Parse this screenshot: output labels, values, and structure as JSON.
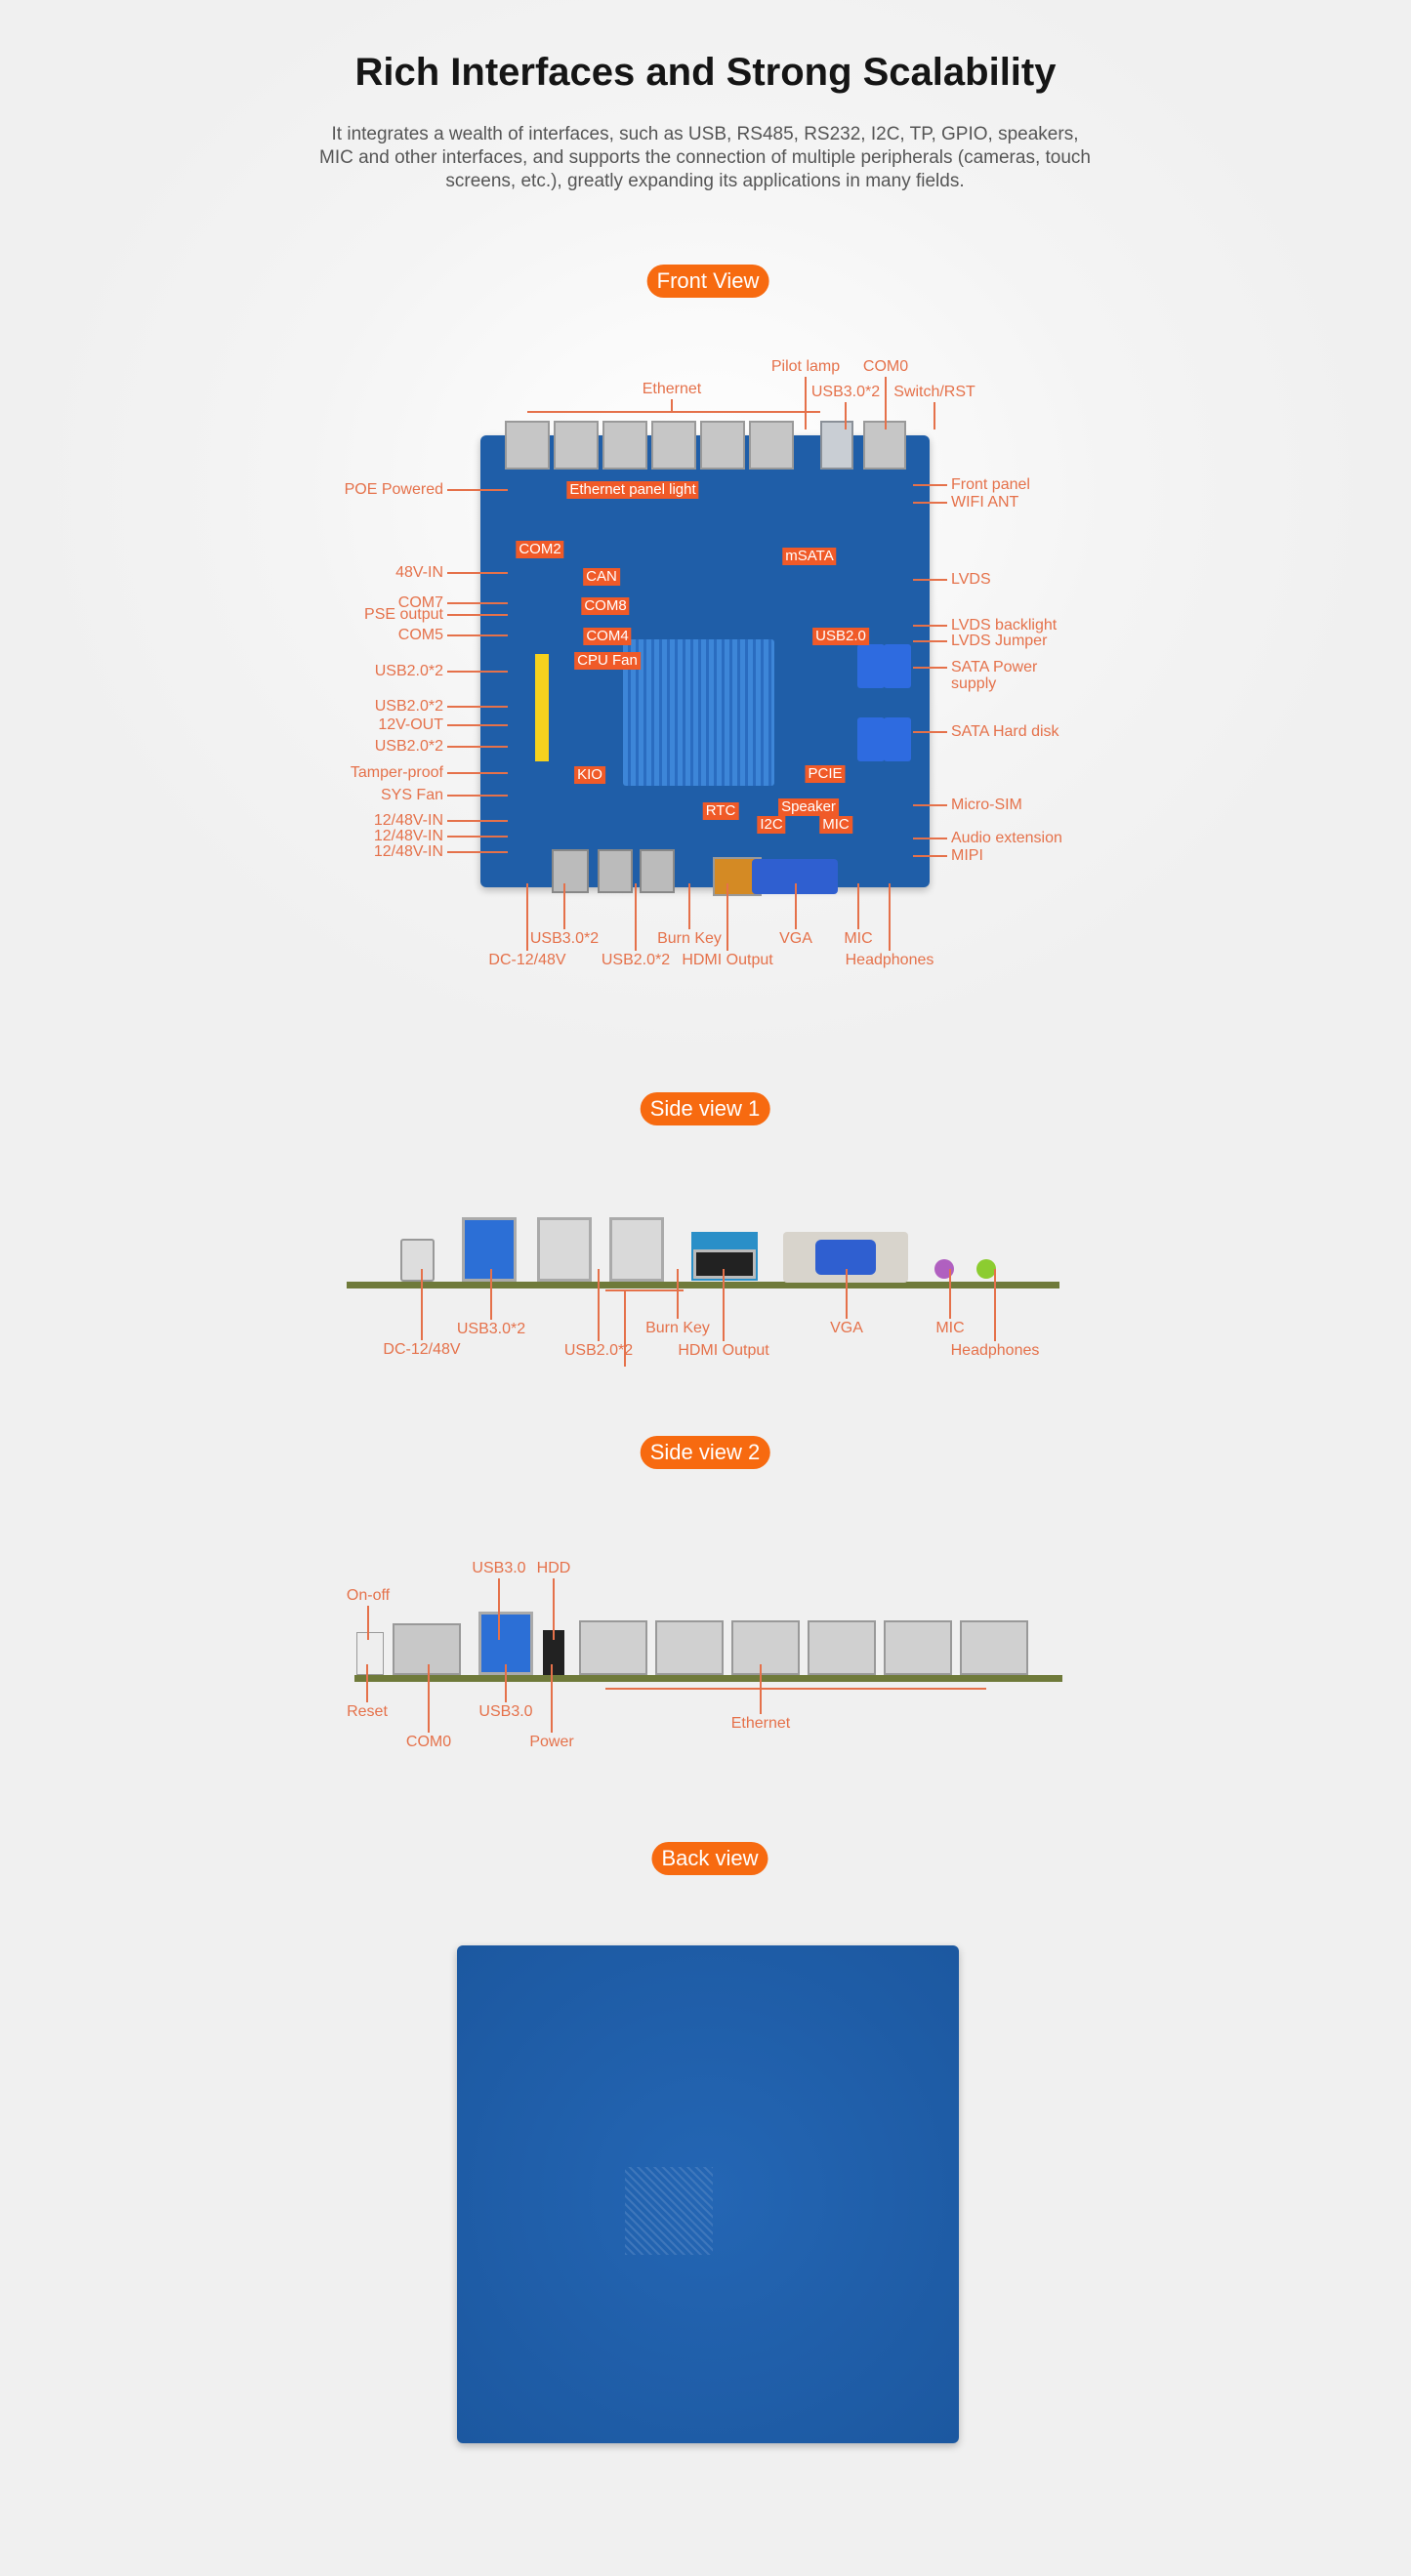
{
  "header": {
    "title": "Rich Interfaces and Strong Scalability",
    "description": "It integrates a wealth of interfaces, such as USB, RS485, RS232, I2C, TP, GPIO, speakers, MIC and other interfaces, and supports the connection of multiple peripherals (cameras, touch screens, etc.), greatly expanding its applications in many fields."
  },
  "colors": {
    "accent": "#f76a10",
    "label": "#e5714a",
    "pcb": "#1f5ea8",
    "heatsink": "#3d86d8"
  },
  "front_view": {
    "heading": "Front View",
    "labels": [
      "Pilot lamp",
      "COM0",
      "Ethernet",
      "USB3.0*2",
      "Switch/RST",
      "POE Powered",
      "48V-IN",
      "COM7",
      "PSE output",
      "COM5",
      "USB2.0*2",
      "USB2.0*2",
      "12V-OUT",
      "USB2.0*2",
      "Tamper-proof",
      "SYS Fan",
      "12/48V-IN",
      "12/48V-IN",
      "12/48V-IN",
      "Front panel",
      "WIFI ANT",
      "LVDS",
      "LVDS backlight",
      "LVDS Jumper",
      "SATA Power",
      "supply",
      "SATA Hard disk",
      "Micro-SIM",
      "Audio extension",
      "MIPI",
      "USB3.0*2",
      "DC-12/48V",
      "USB2.0*2",
      "Burn Key",
      "HDMI Output",
      "VGA",
      "MIC",
      "Headphones"
    ],
    "tags": [
      "Ethernet panel light",
      "COM2",
      "CAN",
      "mSATA",
      "COM8",
      "COM4",
      "USB2.0",
      "CPU Fan",
      "KIO",
      "PCIE",
      "RTC",
      "Speaker",
      "I2C",
      "MIC"
    ]
  },
  "side_view_1": {
    "heading": "Side view 1",
    "labels": [
      "USB3.0*2",
      "DC-12/48V",
      "USB2.0*2",
      "Burn Key",
      "HDMI Output",
      "VGA",
      "MIC",
      "Headphones"
    ]
  },
  "side_view_2": {
    "heading": "Side view 2",
    "labels": [
      "USB3.0",
      "HDD",
      "On-off",
      "Reset",
      "COM0",
      "USB3.0",
      "Power",
      "Ethernet"
    ]
  },
  "back_view": {
    "heading": "Back view"
  }
}
